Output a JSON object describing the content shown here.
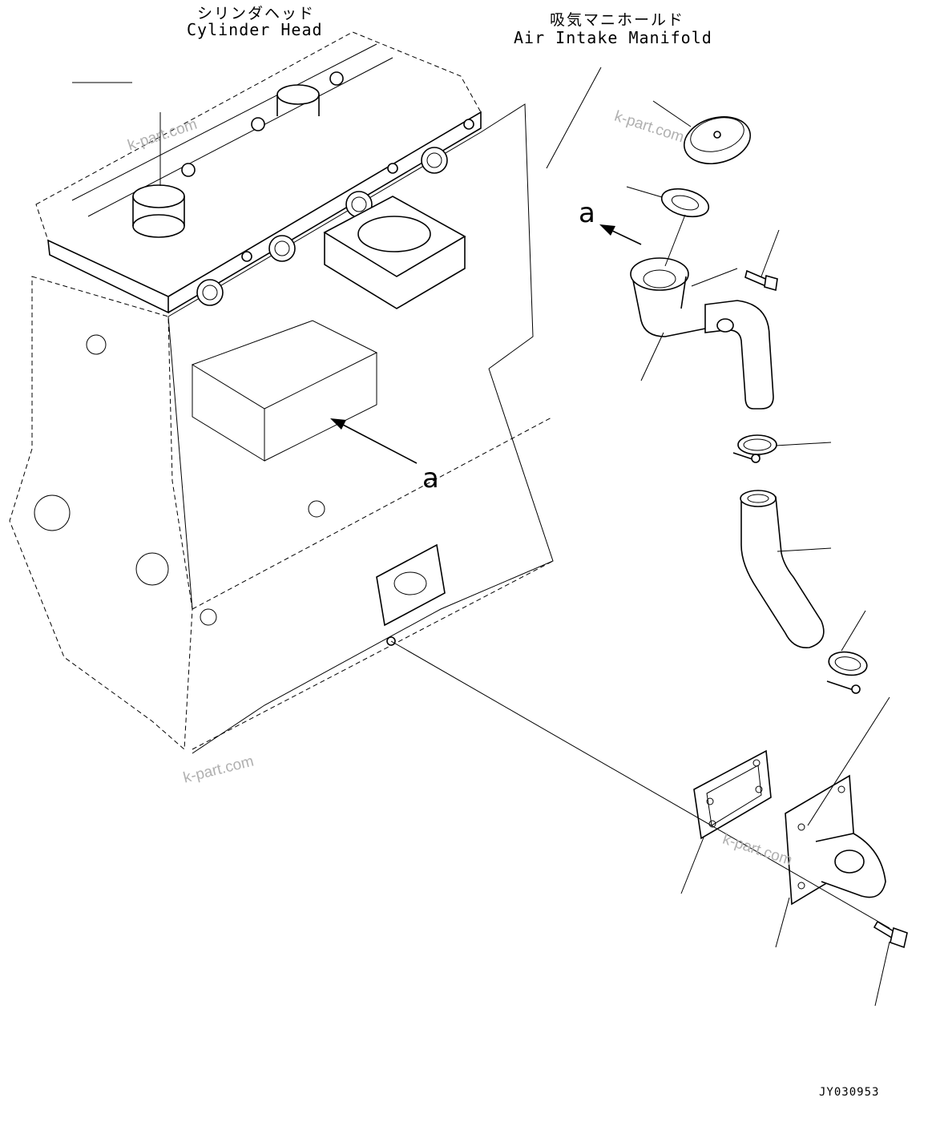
{
  "labels": {
    "cylinder_head_jp": "シリンダヘッド",
    "cylinder_head_en": "Cylinder Head",
    "intake_manifold_jp": "吸気マニホールド",
    "intake_manifold_en": "Air Intake Manifold",
    "view_a_top": "a",
    "view_a_bottom": "a"
  },
  "watermarks": [
    "k-part.com",
    "k-part.com",
    "k-part.com",
    "k-part.com"
  ],
  "drawing_code": "JY030953"
}
